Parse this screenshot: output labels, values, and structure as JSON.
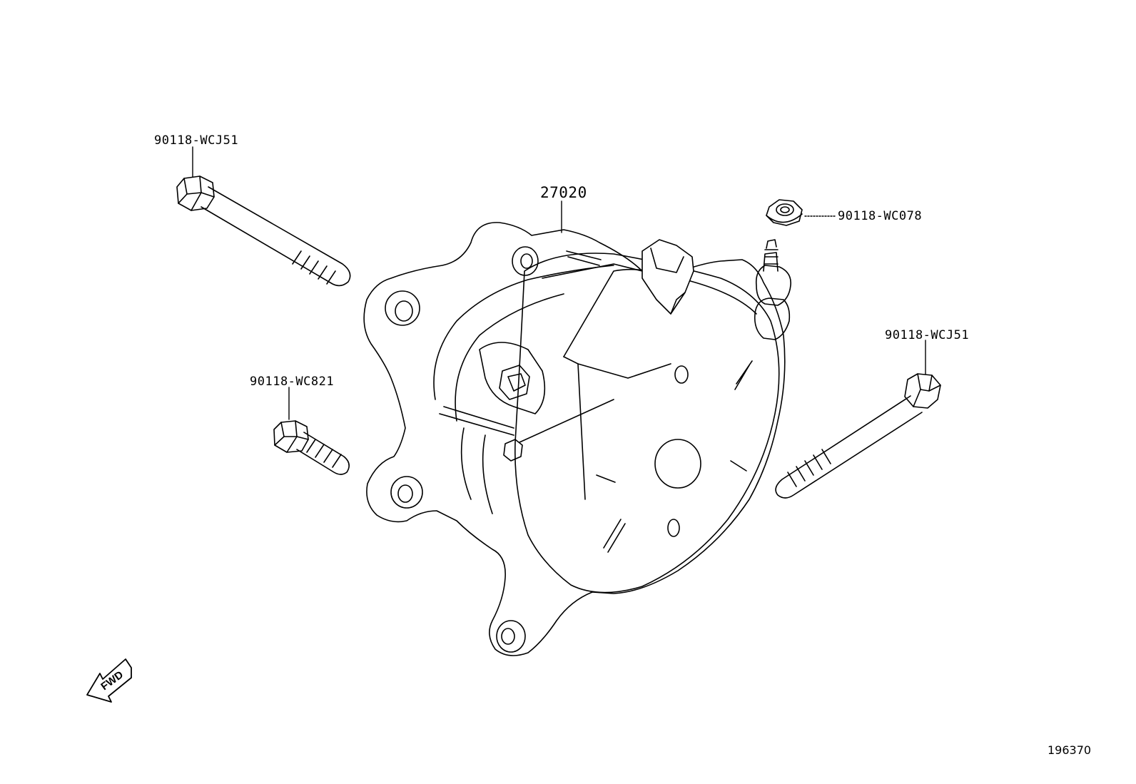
{
  "diagram": {
    "figure_id": "196370",
    "direction_label": "FWD",
    "main_part": {
      "number": "27020",
      "name": "alternator-assembly"
    },
    "callouts": [
      {
        "id": "bolt-left-long",
        "part_number": "90118-WCJ51"
      },
      {
        "id": "nut-terminal",
        "part_number": "90118-WC078"
      },
      {
        "id": "bolt-right-long",
        "part_number": "90118-WCJ51"
      },
      {
        "id": "bolt-left-short",
        "part_number": "90118-WC821"
      }
    ],
    "line_color": "#000000",
    "background_color": "#ffffff"
  }
}
